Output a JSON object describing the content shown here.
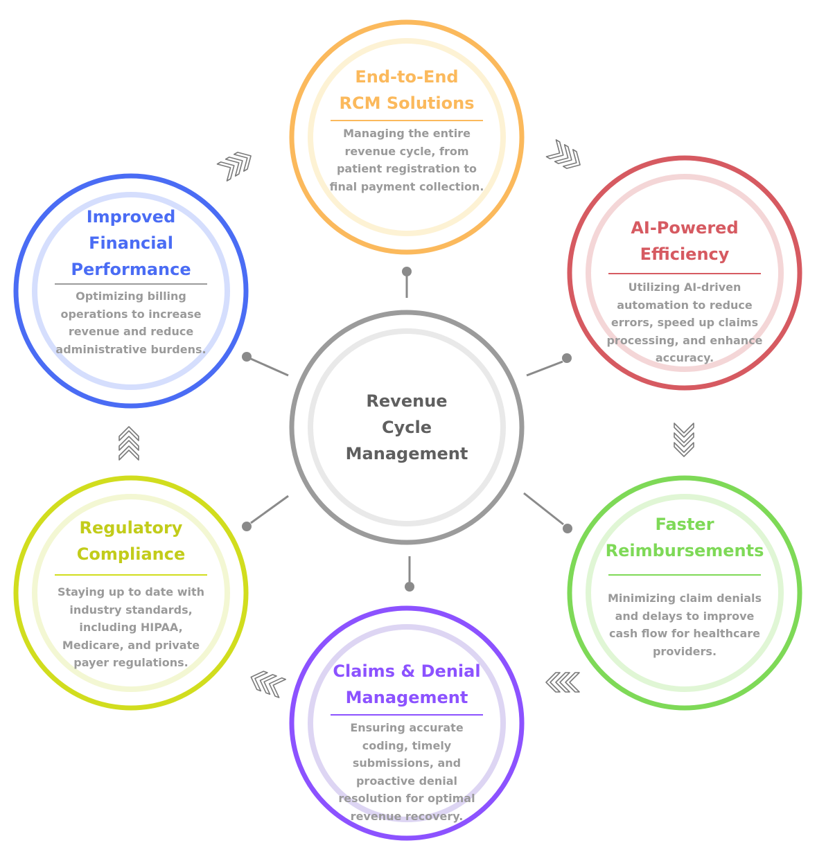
{
  "center": {
    "title_lines": [
      "Revenue",
      "Cycle",
      "Management"
    ],
    "ring_color": "#9b9b9b",
    "inner_color": "#e9e9e9"
  },
  "nodes": [
    {
      "id": "end-to-end",
      "title_lines": [
        "End-to-End",
        "RCM Solutions"
      ],
      "description": "Managing the entire revenue cycle, from patient registration to final payment collection.",
      "color": "#fbb95c",
      "light": "#fdf2d4"
    },
    {
      "id": "ai-powered",
      "title_lines": [
        "AI-Powered",
        "Efficiency"
      ],
      "description": "Utilizing AI-driven automation to reduce errors, speed up claims processing, and enhance accuracy.",
      "color": "#d65a61",
      "light": "#f4d6d7"
    },
    {
      "id": "faster-reimbursements",
      "title_lines": [
        "Faster",
        "Reimbursements"
      ],
      "description": "Minimizing claim denials and delays to improve cash flow for healthcare providers.",
      "color": "#7ed957",
      "light": "#e0f6d5"
    },
    {
      "id": "claims-denial",
      "title_lines": [
        "Claims & Denial",
        "Management"
      ],
      "description": "Ensuring accurate coding, timely submissions, and proactive denial resolution for optimal revenue recovery.",
      "color": "#8c52ff",
      "light": "#ddd5f3"
    },
    {
      "id": "regulatory-compliance",
      "title_lines": [
        "Regulatory",
        "Compliance"
      ],
      "description": "Staying up to date with industry standards, including HIPAA, Medicare, and private payer regulations.",
      "color": "#d1dd1e",
      "light": "#f3f7d3"
    },
    {
      "id": "improved-financial",
      "title_lines": [
        "Improved",
        "Financial",
        "Performance"
      ],
      "description": "Optimizing billing operations to increase revenue and reduce administrative burdens.",
      "color": "#4a6cf4",
      "light": "#d5defd"
    }
  ],
  "connector_color": "#8a8a8a",
  "chevron_color": "#7a7a7a"
}
